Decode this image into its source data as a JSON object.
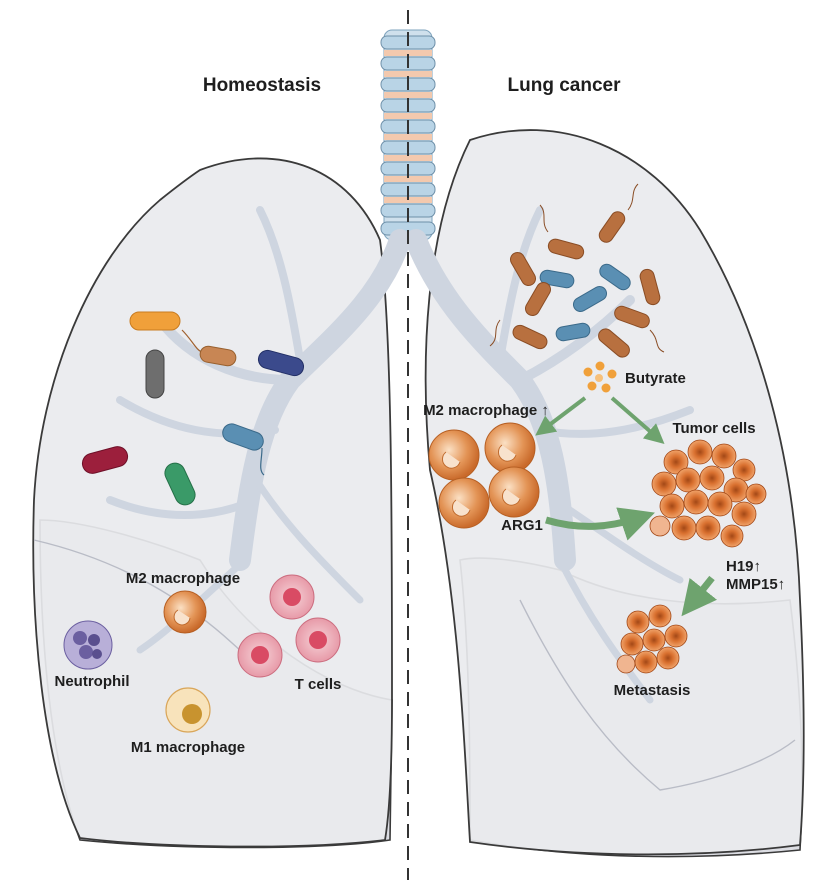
{
  "titles": {
    "left": "Homeostasis",
    "right": "Lung cancer"
  },
  "left_labels": {
    "m2_macrophage": "M2 macrophage",
    "neutrophil": "Neutrophil",
    "t_cells": "T cells",
    "m1_macrophage": "M1 macrophage"
  },
  "right_labels": {
    "butyrate": "Butyrate",
    "m2_macrophage_up": "M2 macrophage ↑",
    "tumor_cells": "Tumor cells",
    "arg1": "ARG1",
    "h19_up": "H19↑",
    "mmp15_up": "MMP15↑",
    "metastasis": "Metastasis"
  },
  "colors": {
    "lung_fill": "#e9eaee",
    "lung_outline": "#3a3a3a",
    "lobe_shade": "#dcdde3",
    "trachea_ring": "#b9d4e6",
    "trachea_band": "#f3c9ae",
    "bronchi": "#ced5e0",
    "arrow_green": "#6ea36e",
    "macrophage_orange": "#d9844a",
    "tumor_orange": "#d9702f",
    "tcell_pink": "#e79aa8",
    "neutrophil_purple": "#8a7fb5"
  },
  "icons": [
    "bacteria-icon",
    "macrophage-icon",
    "neutrophil-icon",
    "t-cell-icon",
    "tumor-cell-icon",
    "butyrate-molecule-icon",
    "arrow-icon"
  ]
}
